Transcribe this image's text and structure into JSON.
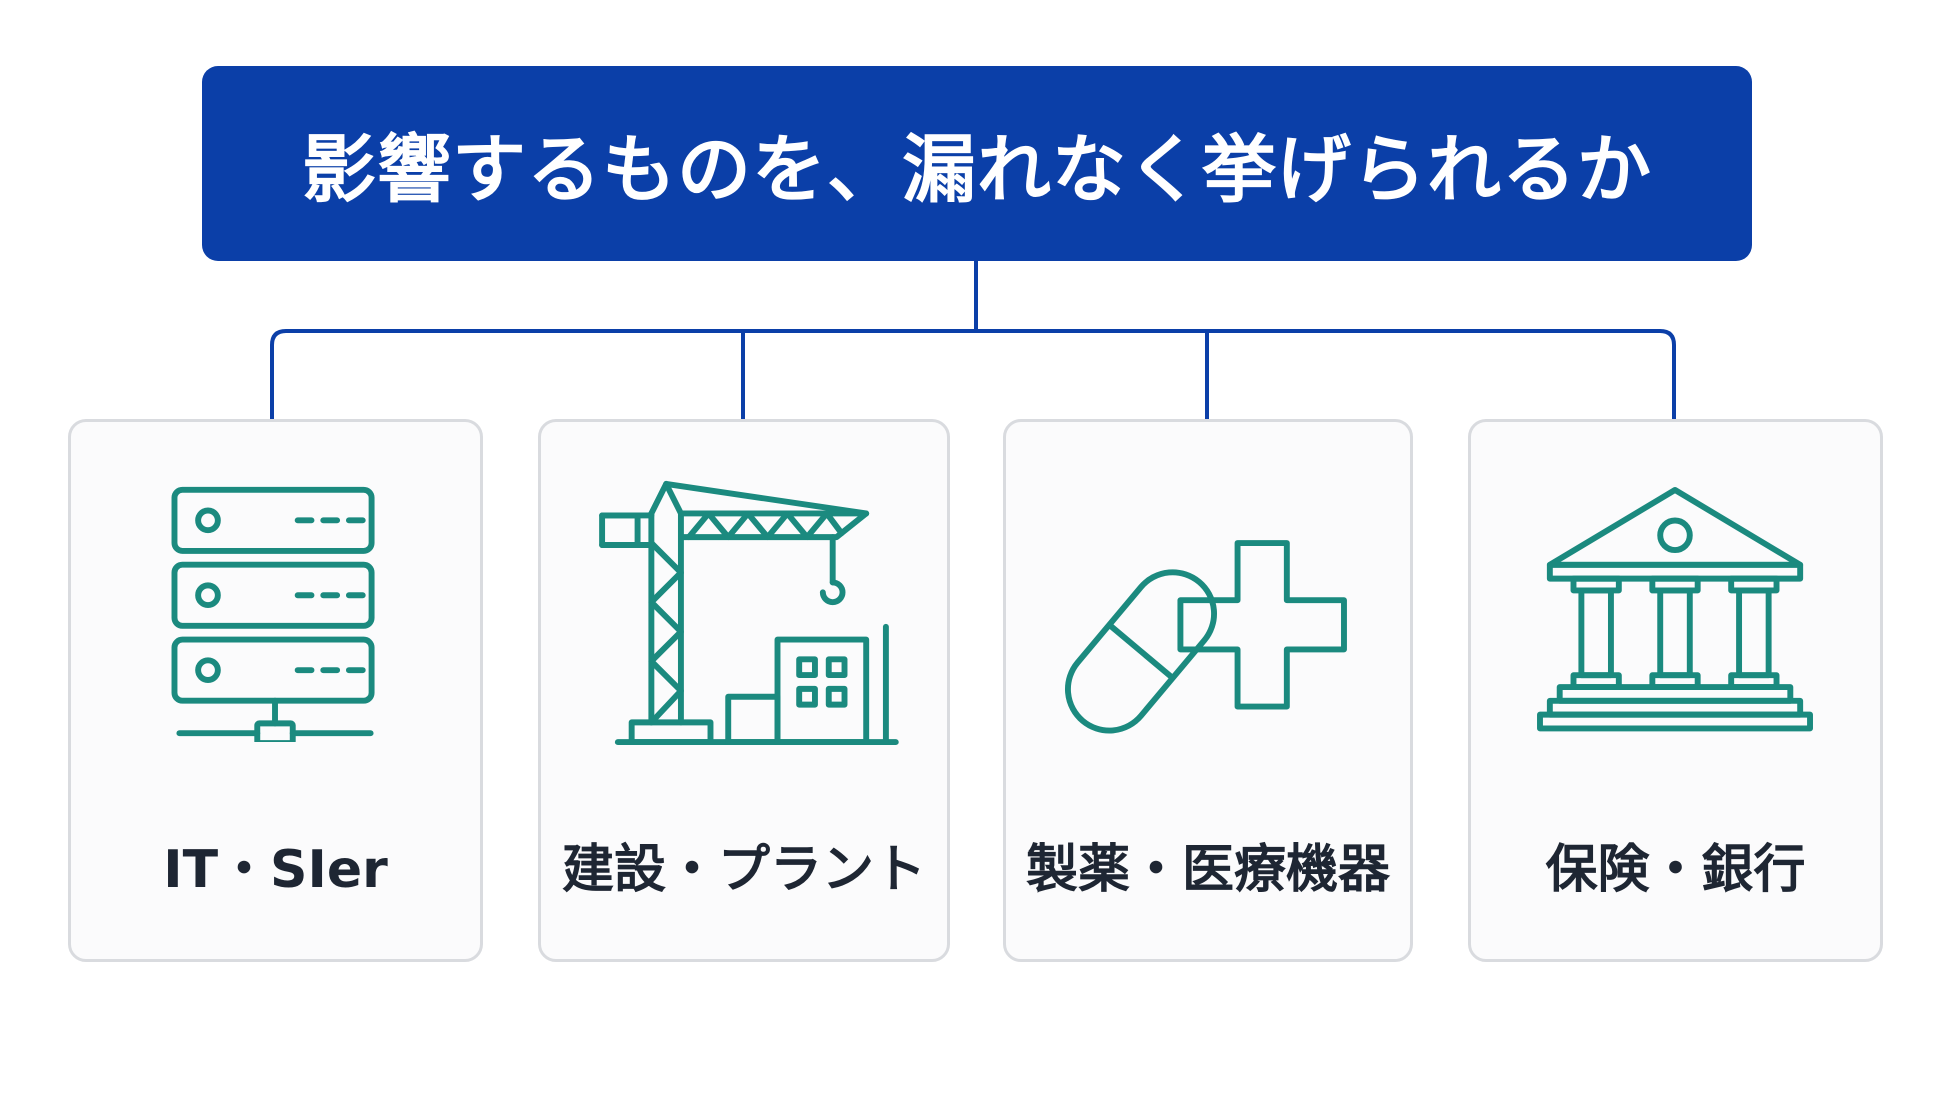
{
  "title": "影響するものを、漏れなく挙げられるか",
  "colors": {
    "title_bg": "#0b3fa8",
    "connector": "#0b3fa8",
    "icon_stroke": "#1b8a7f",
    "card_border": "#d9dbdf",
    "label": "#1e2633"
  },
  "categories": [
    {
      "label": "IT・SIer",
      "icon": "server-rack-icon"
    },
    {
      "label": "建設・プラント",
      "icon": "construction-crane-icon"
    },
    {
      "label": "製薬・医療機器",
      "icon": "pill-medical-cross-icon"
    },
    {
      "label": "保険・銀行",
      "icon": "bank-building-icon"
    }
  ]
}
